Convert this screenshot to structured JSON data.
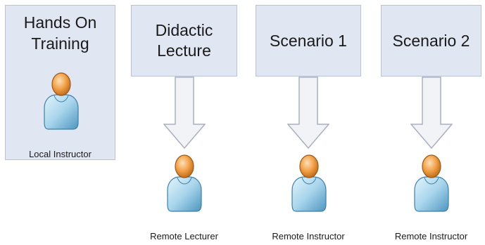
{
  "nodes": [
    {
      "title": "Hands On Training",
      "role": "Local Instructor"
    },
    {
      "title": "Didactic Lecture",
      "role": "Remote Lecturer"
    },
    {
      "title": "Scenario 1",
      "role": "Remote Instructor"
    },
    {
      "title": "Scenario 2",
      "role": "Remote Instructor"
    }
  ],
  "colors": {
    "box_fill": "#e1e6f3",
    "box_border": "#b9c2d8",
    "arrow_fill": "#f2f3f7",
    "arrow_stroke": "#a9b0bf",
    "person_head": "#f2a24a",
    "person_body": "#a8d5ec"
  },
  "icons": [
    "person-icon",
    "down-arrow-icon"
  ]
}
